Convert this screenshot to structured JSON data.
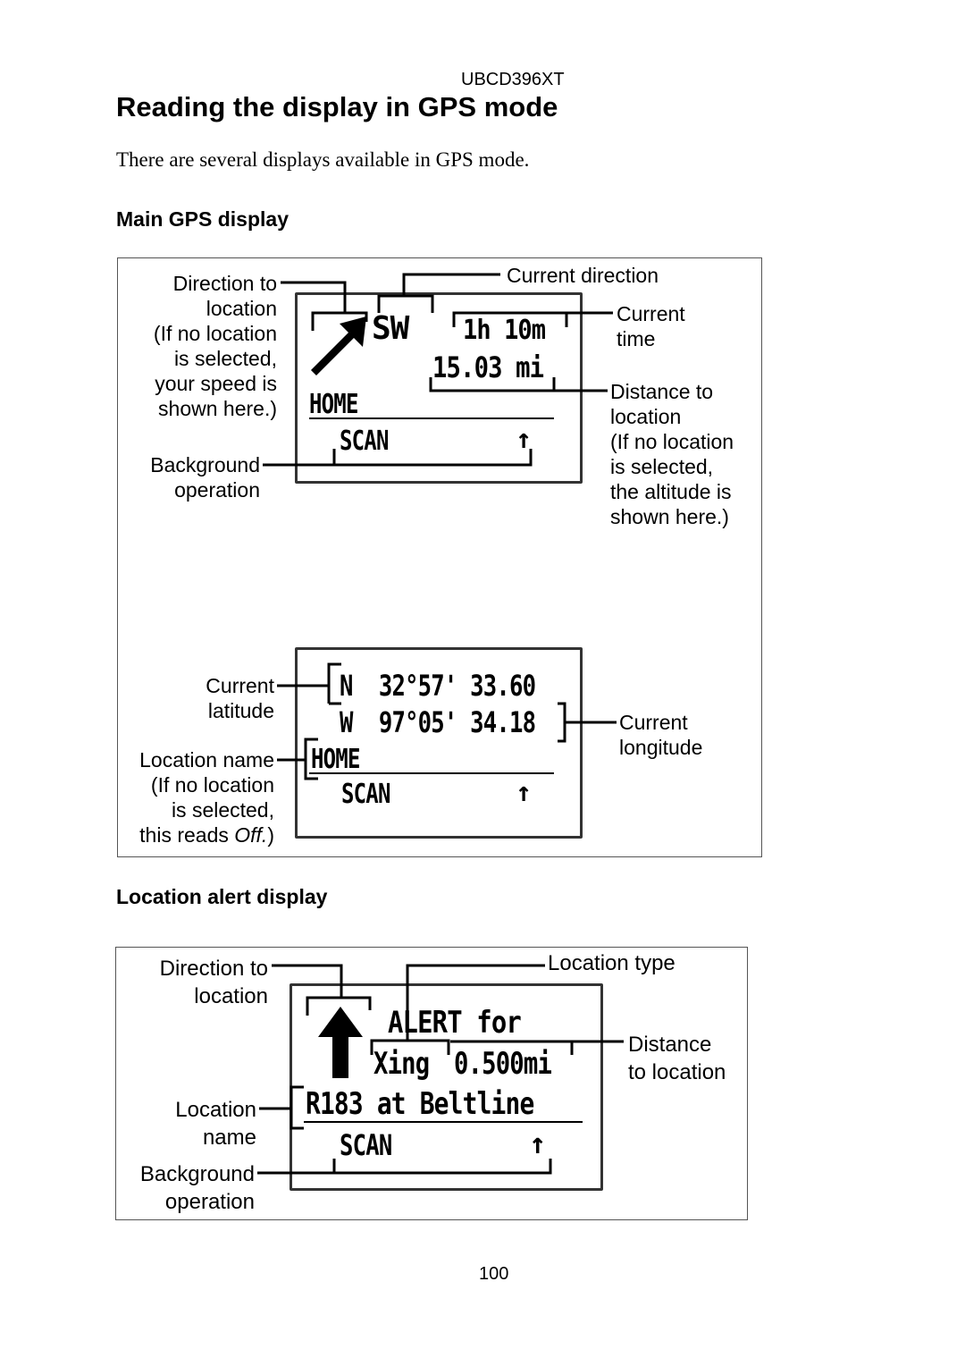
{
  "header": {
    "model": "UBCD396XT"
  },
  "page_title": "Reading the display in GPS mode",
  "intro": "There are several displays available in GPS mode.",
  "sections": {
    "main": {
      "heading": "Main GPS display",
      "screen1": {
        "direction": "SW",
        "time": "1h 10m",
        "distance": "15.03 mi",
        "location_name": "HOME",
        "background_op": "SCAN",
        "arrow_glyph": "↑"
      },
      "screen2": {
        "lat": "N  32°57' 33.60",
        "lon": "W  97°05' 34.18",
        "location_name": "HOME",
        "background_op": "SCAN",
        "arrow_glyph": "↑"
      },
      "labels": {
        "direction_to_location": "Direction to\nlocation\n(If no location\nis selected,\nyour speed is\nshown here.)",
        "current_direction": "Current direction",
        "current_time": "Current\ntime",
        "distance_to_location": "Distance to\nlocation\n(If no location\nis selected,\nthe altitude is\nshown here.)",
        "background_operation": "Background\noperation",
        "current_latitude": "Current\nlatitude",
        "current_longitude": "Current\nlongitude",
        "location_name_pre": "Location name\n(If no location\nis selected,\nthis reads ",
        "location_name_off": "Off.",
        "location_name_post": ")"
      }
    },
    "alert": {
      "heading": "Location alert display",
      "screen": {
        "alert_line": "ALERT for",
        "type": "Xing",
        "distance": "0.500mi",
        "location_name": "R183 at Beltline",
        "background_op": "SCAN",
        "arrow_glyph": "↑"
      },
      "labels": {
        "direction_to_location": "Direction to\nlocation",
        "location_type": "Location type",
        "distance_to_location": "Distance\nto location",
        "location_name": "Location\nname",
        "background_operation": "Background\noperation"
      }
    }
  },
  "page_number": "100"
}
